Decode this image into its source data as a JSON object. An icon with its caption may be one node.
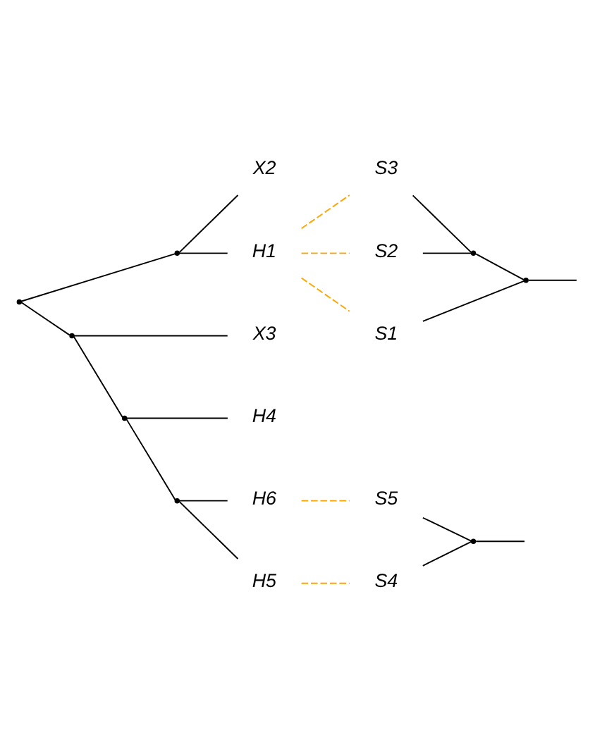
{
  "diagram": {
    "nodes": [
      {
        "text": [
          "X2"
        ]
      },
      {
        "text": [
          "H1"
        ]
      },
      {
        "text": [
          "X3"
        ]
      },
      {
        "text": [
          "H4"
        ]
      },
      {
        "text": [
          "H6"
        ]
      },
      {
        "text": [
          "H5"
        ]
      },
      {
        "text": [
          "S5"
        ]
      },
      {
        "text": [
          "S4"
        ]
      },
      {
        "text": [
          "S3"
        ]
      },
      {
        "text": [
          "S2"
        ]
      },
      {
        "text": [
          "S1"
        ]
      },
      {
        "text": [],
        "shape": "point"
      },
      {
        "text": [],
        "shape": "point"
      },
      {
        "text": [],
        "shape": "point"
      },
      {
        "text": [],
        "shape": "point"
      },
      {
        "text": [],
        "shape": "point"
      },
      {
        "text": [],
        "shape": "point"
      },
      {
        "text": [],
        "shape": "point"
      },
      {
        "text": [],
        "shape": "point"
      }
    ],
    "edges": [
      {
        "from": 11,
        "to": 12,
        "arrow": "none"
      },
      {
        "from": 11,
        "to": 13,
        "arrow": "none"
      },
      {
        "from": 12,
        "to": 0,
        "arrow": "none"
      },
      {
        "from": 12,
        "to": 1,
        "arrow": "none"
      },
      {
        "from": 13,
        "to": 2,
        "arrow": "none"
      },
      {
        "from": 13,
        "to": 14,
        "arrow": "none"
      },
      {
        "from": 14,
        "to": 3,
        "arrow": "none"
      },
      {
        "from": 14,
        "to": 15,
        "arrow": "none"
      },
      {
        "from": 15,
        "to": 4,
        "arrow": "none"
      },
      {
        "from": 15,
        "to": 5,
        "arrow": "none"
      },
      {
        "from": 1,
        "to": 8,
        "arrow": "none",
        "style": "dashed",
        "color": "#ffa500"
      },
      {
        "from": 1,
        "to": 9,
        "arrow": "none",
        "style": "dashed",
        "color": "#ffa500"
      },
      {
        "from": 1,
        "to": 10,
        "arrow": "none",
        "style": "dashed",
        "color": "#ffa500"
      },
      {
        "from": 4,
        "to": 6,
        "arrow": "none",
        "style": "dashed",
        "color": "#ffa500"
      },
      {
        "from": 5,
        "to": 7,
        "arrow": "none",
        "style": "dashed",
        "color": "#ffa500"
      },
      {
        "from": 6,
        "to": 16,
        "arrow": "none"
      },
      {
        "from": 7,
        "to": 16,
        "arrow": "none"
      },
      {
        "from": 8,
        "to": 17,
        "arrow": "none"
      },
      {
        "from": 9,
        "to": 17,
        "arrow": "none"
      },
      {
        "from": 17,
        "to": 18,
        "arrow": "none"
      },
      {
        "from": 10,
        "to": 18,
        "arrow": "none"
      },
      {
        "from": 16,
        "to": null,
        "arrow": "none"
      },
      {
        "from": 18,
        "to": null,
        "arrow": "none"
      }
    ]
  }
}
